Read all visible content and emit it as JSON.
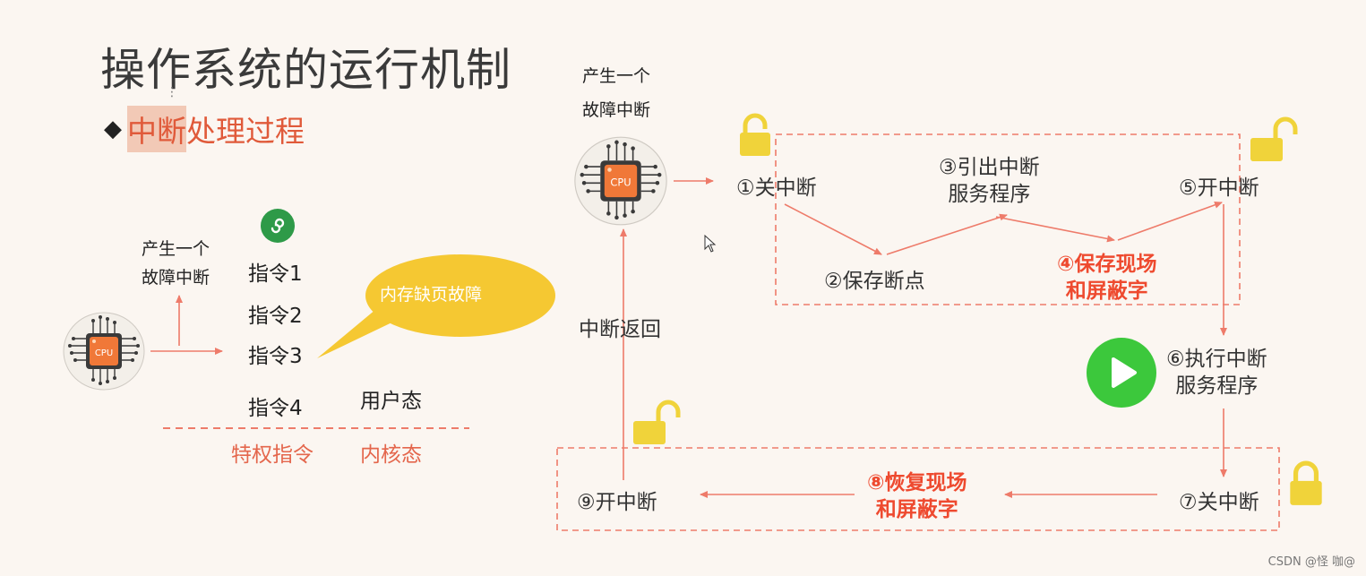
{
  "slide": {
    "title": "操作系统的运行机制",
    "subtitle_marker": "◆",
    "subtitle_highlight": "中断",
    "subtitle_rest": "处理过程"
  },
  "left_panel": {
    "fault_line1": "产生一个",
    "fault_line2": "故障中断",
    "cpu_label": "CPU",
    "instructions": [
      "指令1",
      "指令2",
      "指令3",
      "指令4"
    ],
    "bubble": "内存缺页故障",
    "user_mode": "用户态",
    "privileged": "特权指令",
    "kernel_mode": "内核态"
  },
  "right_panel": {
    "fault_line1": "产生一个",
    "fault_line2": "故障中断",
    "cpu_label": "CPU",
    "step1": "①关中断",
    "step2": "②保存断点",
    "step3_line1": "③引出中断",
    "step3_line2": "服务程序",
    "step4_line1": "④保存现场",
    "step4_line2": "和屏蔽字",
    "step5": "⑤开中断",
    "step6_line1": "⑥执行中断",
    "step6_line2": "服务程序",
    "step7": "⑦关中断",
    "step8_line1": "⑧恢复现场",
    "step8_line2": "和屏蔽字",
    "step9": "⑨开中断",
    "return_label": "中断返回"
  },
  "watermark": "CSDN @怪 咖@",
  "colors": {
    "arrow": "#ee7b6a",
    "dashed_box": "#ee7b6a",
    "lock": "#f0d33a",
    "play": "#3cc83c",
    "bubble": "#f5c832",
    "cpu_orange": "#f07838",
    "highlight_text": "#ee4a2f",
    "muted_red_text": "#e4664c"
  },
  "icons": [
    "cpu-chip-icon",
    "lock-icon",
    "unlock-icon",
    "play-icon",
    "mini-program-icon",
    "cursor-icon"
  ]
}
